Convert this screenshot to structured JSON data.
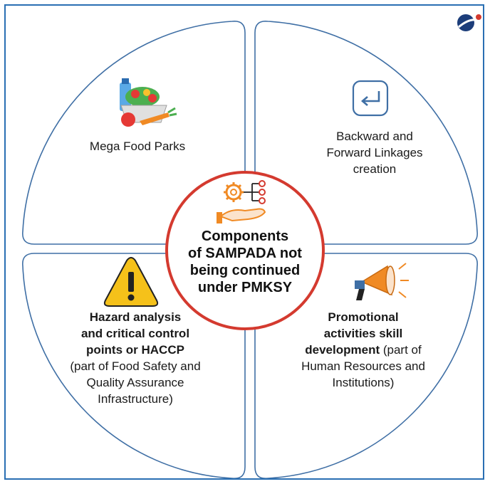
{
  "center": {
    "line1": "Components",
    "line2": "of SAMPADA not",
    "line3": "being continued",
    "line4": "under PMKSY"
  },
  "quadrants": {
    "top_left": {
      "label": "Mega Food Parks"
    },
    "top_right": {
      "line1": "Backward and",
      "line2": "Forward Linkages",
      "line3": "creation"
    },
    "bottom_left": {
      "bold1": "Hazard analysis",
      "bold2": "and critical control",
      "bold3": "points or HACCP",
      "normal1": "(part of Food Safety and",
      "normal2": "Quality Assurance",
      "normal3": "Infrastructure)"
    },
    "bottom_right": {
      "bold1": "Promotional",
      "bold2": "activities skill",
      "bold3": "development",
      "normal3": " (part of",
      "normal4": "Human Resources and",
      "normal5": "Institutions)"
    }
  },
  "colors": {
    "frame": "#2a6fb3",
    "quadrant_border": "#3f6fa5",
    "center_ring": "#d43a2f",
    "icon_orange": "#f08a24",
    "warning_yellow": "#f5c11a"
  },
  "icons": [
    "food-basket-icon",
    "return-arrow-icon",
    "gear-hand-icon",
    "warning-icon",
    "megaphone-icon",
    "logo-icon"
  ]
}
